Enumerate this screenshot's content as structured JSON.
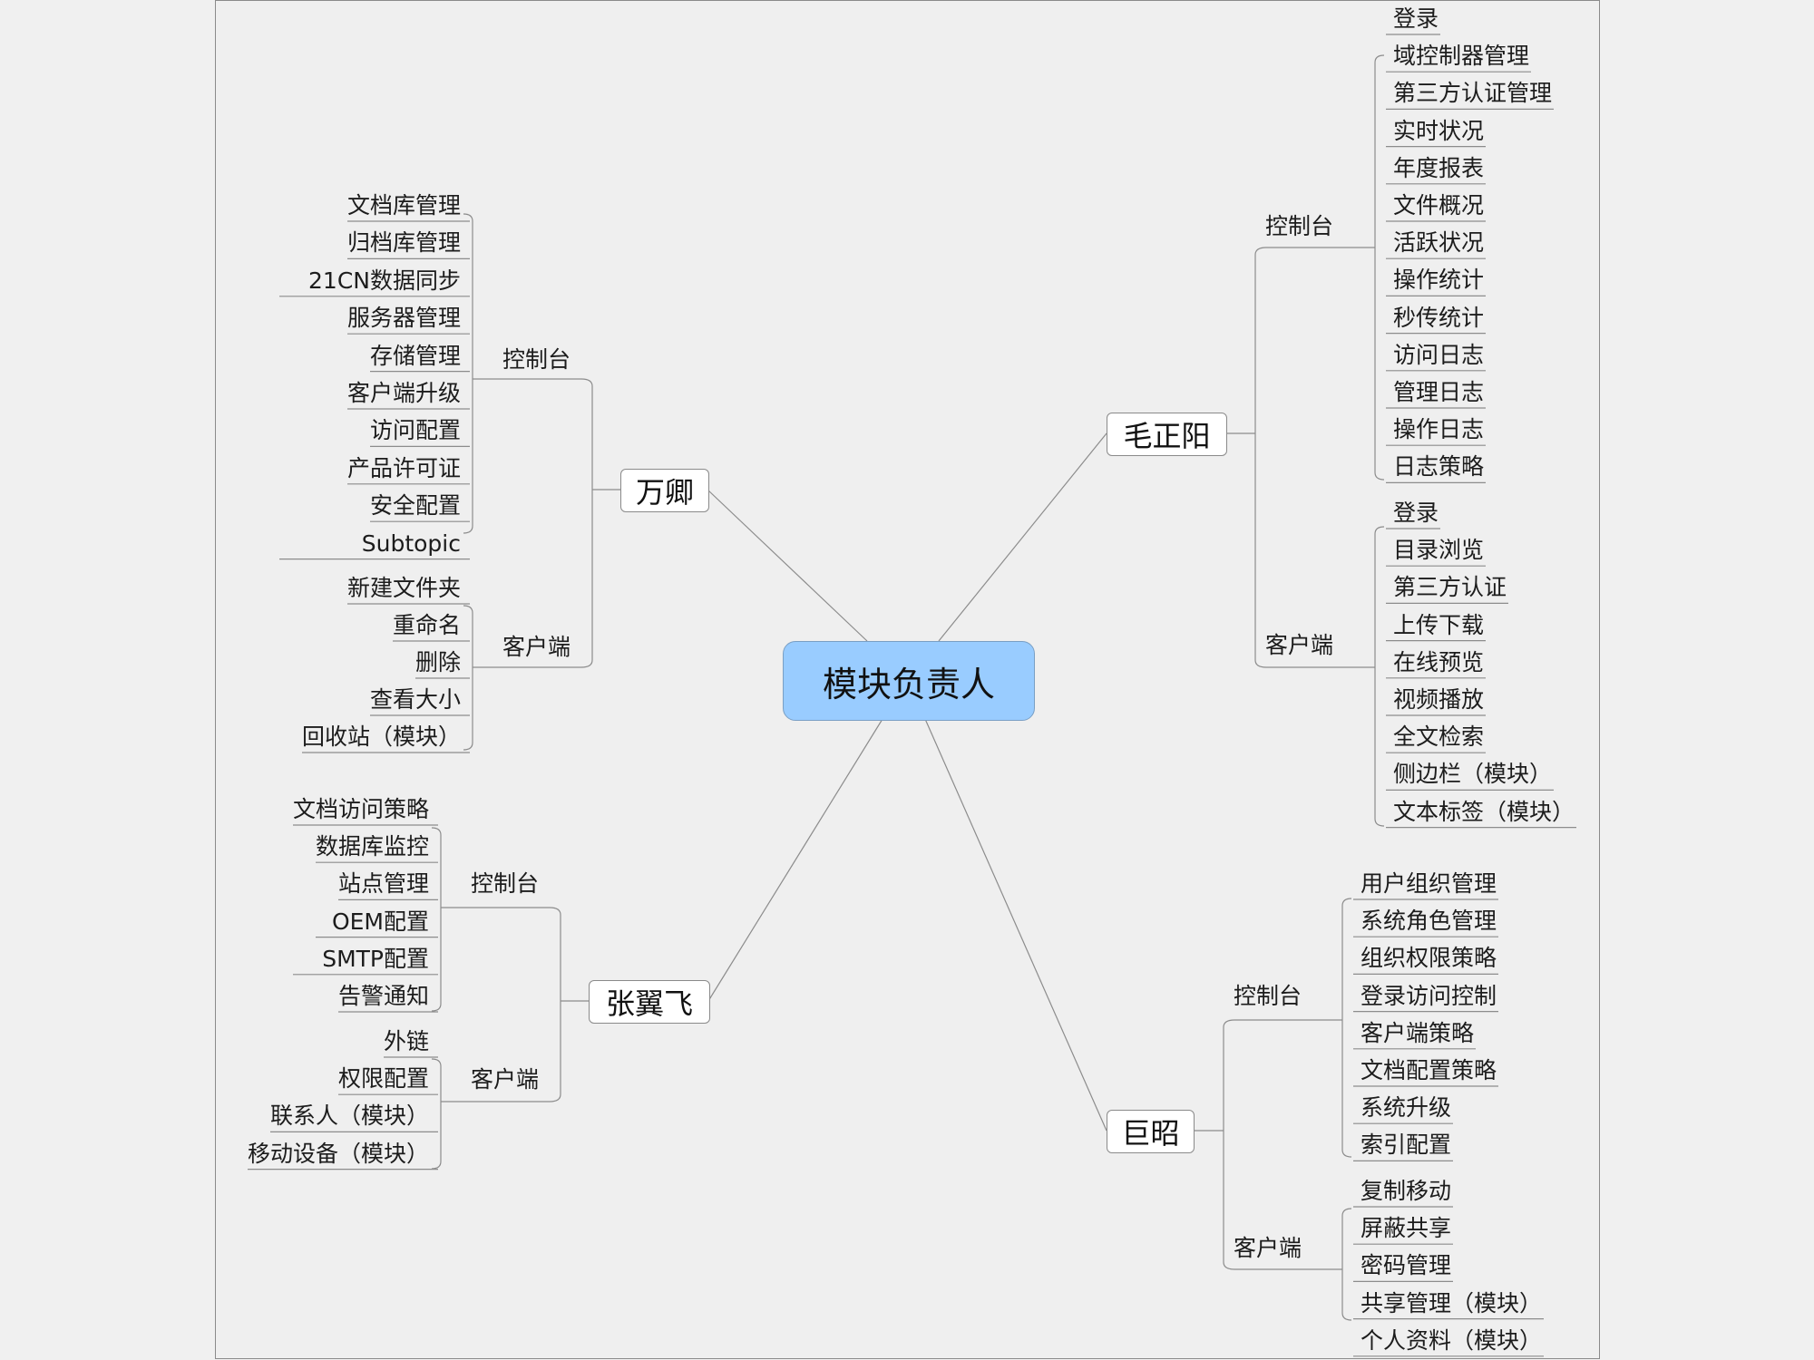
{
  "root": "模块负责人",
  "branches": [
    {
      "person": "万卿",
      "side": "left",
      "groups": [
        {
          "label": "控制台",
          "items": [
            "文档库管理",
            "归档库管理",
            "21CN数据同步",
            "服务器管理",
            "存储管理",
            "客户端升级",
            "访问配置",
            "产品许可证",
            "安全配置",
            "Subtopic"
          ]
        },
        {
          "label": "客户端",
          "items": [
            "新建文件夹",
            "重命名",
            "删除",
            "查看大小",
            "回收站（模块）"
          ]
        }
      ]
    },
    {
      "person": "张翼飞",
      "side": "left",
      "groups": [
        {
          "label": "控制台",
          "items": [
            "文档访问策略",
            "数据库监控",
            "站点管理",
            "OEM配置",
            "SMTP配置",
            "告警通知"
          ]
        },
        {
          "label": "客户端",
          "items": [
            "外链",
            "权限配置",
            "联系人（模块）",
            "移动设备（模块）"
          ]
        }
      ]
    },
    {
      "person": "毛正阳",
      "side": "right",
      "groups": [
        {
          "label": "控制台",
          "items": [
            "登录",
            "域控制器管理",
            "第三方认证管理",
            "实时状况",
            "年度报表",
            "文件概况",
            "活跃状况",
            "操作统计",
            "秒传统计",
            "访问日志",
            "管理日志",
            "操作日志",
            "日志策略"
          ]
        },
        {
          "label": "客户端",
          "items": [
            "登录",
            "目录浏览",
            "第三方认证",
            "上传下载",
            "在线预览",
            "视频播放",
            "全文检索",
            "侧边栏（模块）",
            "文本标签（模块）"
          ]
        }
      ]
    },
    {
      "person": "巨昭",
      "side": "right",
      "groups": [
        {
          "label": "控制台",
          "items": [
            "用户组织管理",
            "系统角色管理",
            "组织权限策略",
            "登录访问控制",
            "客户端策略",
            "文档配置策略",
            "系统升级",
            "索引配置"
          ]
        },
        {
          "label": "客户端",
          "items": [
            "复制移动",
            "屏蔽共享",
            "密码管理",
            "共享管理（模块）",
            "个人资料（模块）"
          ]
        }
      ]
    }
  ]
}
